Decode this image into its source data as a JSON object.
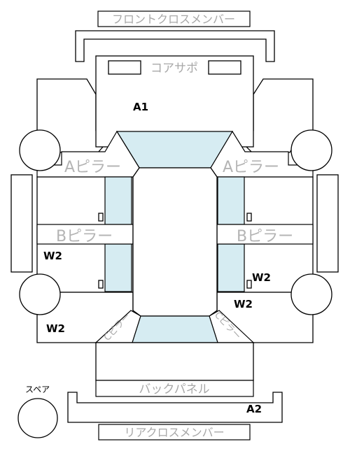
{
  "labels": {
    "front_cross_member": "フロントクロスメンバー",
    "core_support": "コアサポ",
    "a_pillar_left": "Aピラー",
    "a_pillar_right": "Aピラー",
    "b_pillar_left": "Bピラー",
    "b_pillar_right": "Bピラー",
    "back_panel": "バックパネル",
    "rear_cross_member": "リアクロスメンバー",
    "c_pillar_left": "Cピラー",
    "c_pillar_right": "Cピラー",
    "spare": "スペア"
  },
  "markers": {
    "a1": "A1",
    "a2": "A2",
    "w2_left_upper": "W2",
    "w2_left_lower": "W2",
    "w2_right_upper": "W2",
    "w2_right_lower": "W2"
  },
  "colors": {
    "glass": "#d6ecf2",
    "outline": "#000000",
    "label_grey": "#a8a8a8"
  }
}
